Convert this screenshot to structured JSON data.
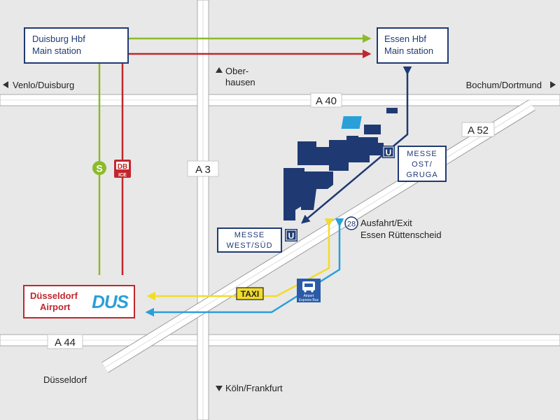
{
  "stations": {
    "duisburg": {
      "line1": "Duisburg Hbf",
      "line2": "Main station"
    },
    "essen": {
      "line1": "Essen Hbf",
      "line2": "Main station"
    },
    "messe_west": {
      "line1": "MESSE",
      "line2": "WEST/SÜD"
    },
    "messe_ost": {
      "line1": "MESSE",
      "line2": "OST/",
      "line3": "GRUGA"
    }
  },
  "airport": {
    "line1": "Düsseldorf",
    "line2": "Airport",
    "code": "DUS"
  },
  "highways": {
    "a40": "A 40",
    "a52": "A 52",
    "a3": "A 3",
    "a44": "A 44"
  },
  "directions": {
    "venlo": "Venlo/Duisburg",
    "bochum": "Bochum/Dortmund",
    "oberhausen1": "Ober-",
    "oberhausen2": "hausen",
    "koeln": "Köln/Frankfurt",
    "duesseldorf": "Düsseldorf"
  },
  "exit": {
    "number": "28",
    "line1": "Ausfahrt/Exit",
    "line2": "Essen Rüttenscheid"
  },
  "badges": {
    "s": "S",
    "db": "DB",
    "ice": "ICE",
    "taxi": "TAXI",
    "bus1": "Airport",
    "bus2": "Express Bus",
    "ubahn": "U"
  },
  "colors": {
    "green": "#8cbb2a",
    "red": "#c0272d",
    "yellow": "#f2dc2b",
    "blue": "#2aa0d8",
    "navy": "#1f3a73",
    "road": "#ffffff",
    "background": "#e8e8e8"
  }
}
